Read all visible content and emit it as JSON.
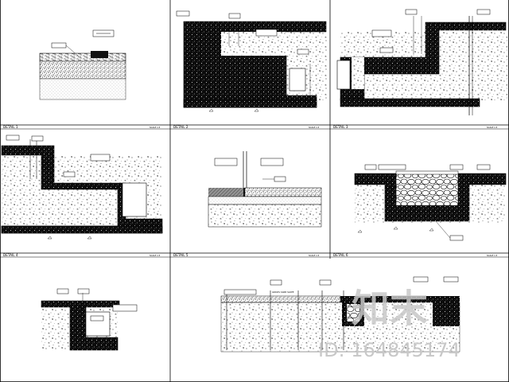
{
  "sheet": {
    "details": [
      {
        "caption": "DETAIL 1",
        "scale_note": "SCALE 1:5"
      },
      {
        "caption": "DETAIL 2",
        "scale_note": "SCALE 1:5"
      },
      {
        "caption": "DETAIL 3",
        "scale_note": "SCALE 1:5"
      },
      {
        "caption": "DETAIL 4",
        "scale_note": "SCALE 1:5"
      },
      {
        "caption": "DETAIL 5",
        "scale_note": "SCALE 1:5"
      },
      {
        "caption": "DETAIL 6",
        "scale_note": "SCALE 1:5"
      }
    ],
    "bottom_right_note": "GRAVEL  SAND SLOPE"
  },
  "watermark": {
    "brand": "知末",
    "id_text": "ID: 164845174"
  },
  "colors": {
    "ink": "#000000",
    "watermark": "#c8c8c8",
    "paper": "#ffffff"
  }
}
